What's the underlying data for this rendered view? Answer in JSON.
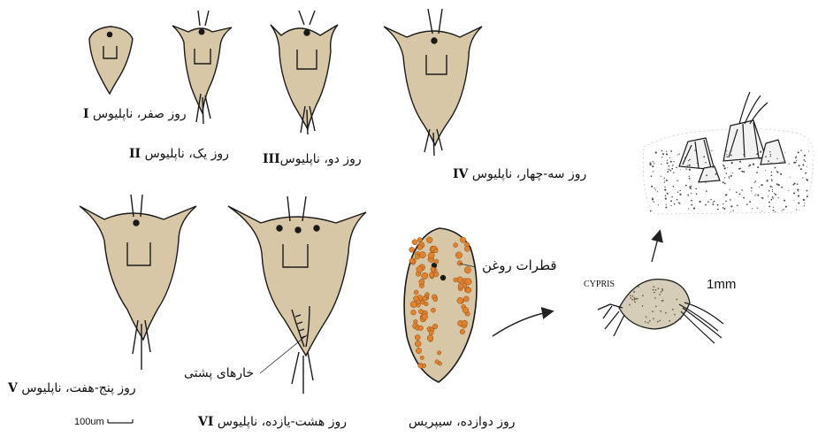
{
  "stages": [
    {
      "label": "روز صفر، ناپلیوس",
      "numeral": "I"
    },
    {
      "label": "روز یک، ناپلیوس",
      "numeral": "II"
    },
    {
      "label": "روز دو، ناپلیوس",
      "numeral": "III"
    },
    {
      "label": "روز سه-چهار، ناپلیوس",
      "numeral": "IV"
    },
    {
      "label": "روز پنج-هفت، ناپلیوس",
      "numeral": "V"
    },
    {
      "label": "روز هشت-یازده، ناپلیوس",
      "numeral": "VI"
    }
  ],
  "cyprid_stage": {
    "label": "روز دوازده، سیپریس"
  },
  "annotations": {
    "oil_droplets": "قطرات روغن",
    "dorsal_spines": "خارهای پشتی",
    "cypris_name": "CYPRIS",
    "cypris_scale": "1mm",
    "scale_bar": "100um"
  },
  "colors": {
    "larva_fill": "#d8c7a6",
    "outline": "#1a1a1a",
    "oil_droplet": "#e0822e"
  }
}
